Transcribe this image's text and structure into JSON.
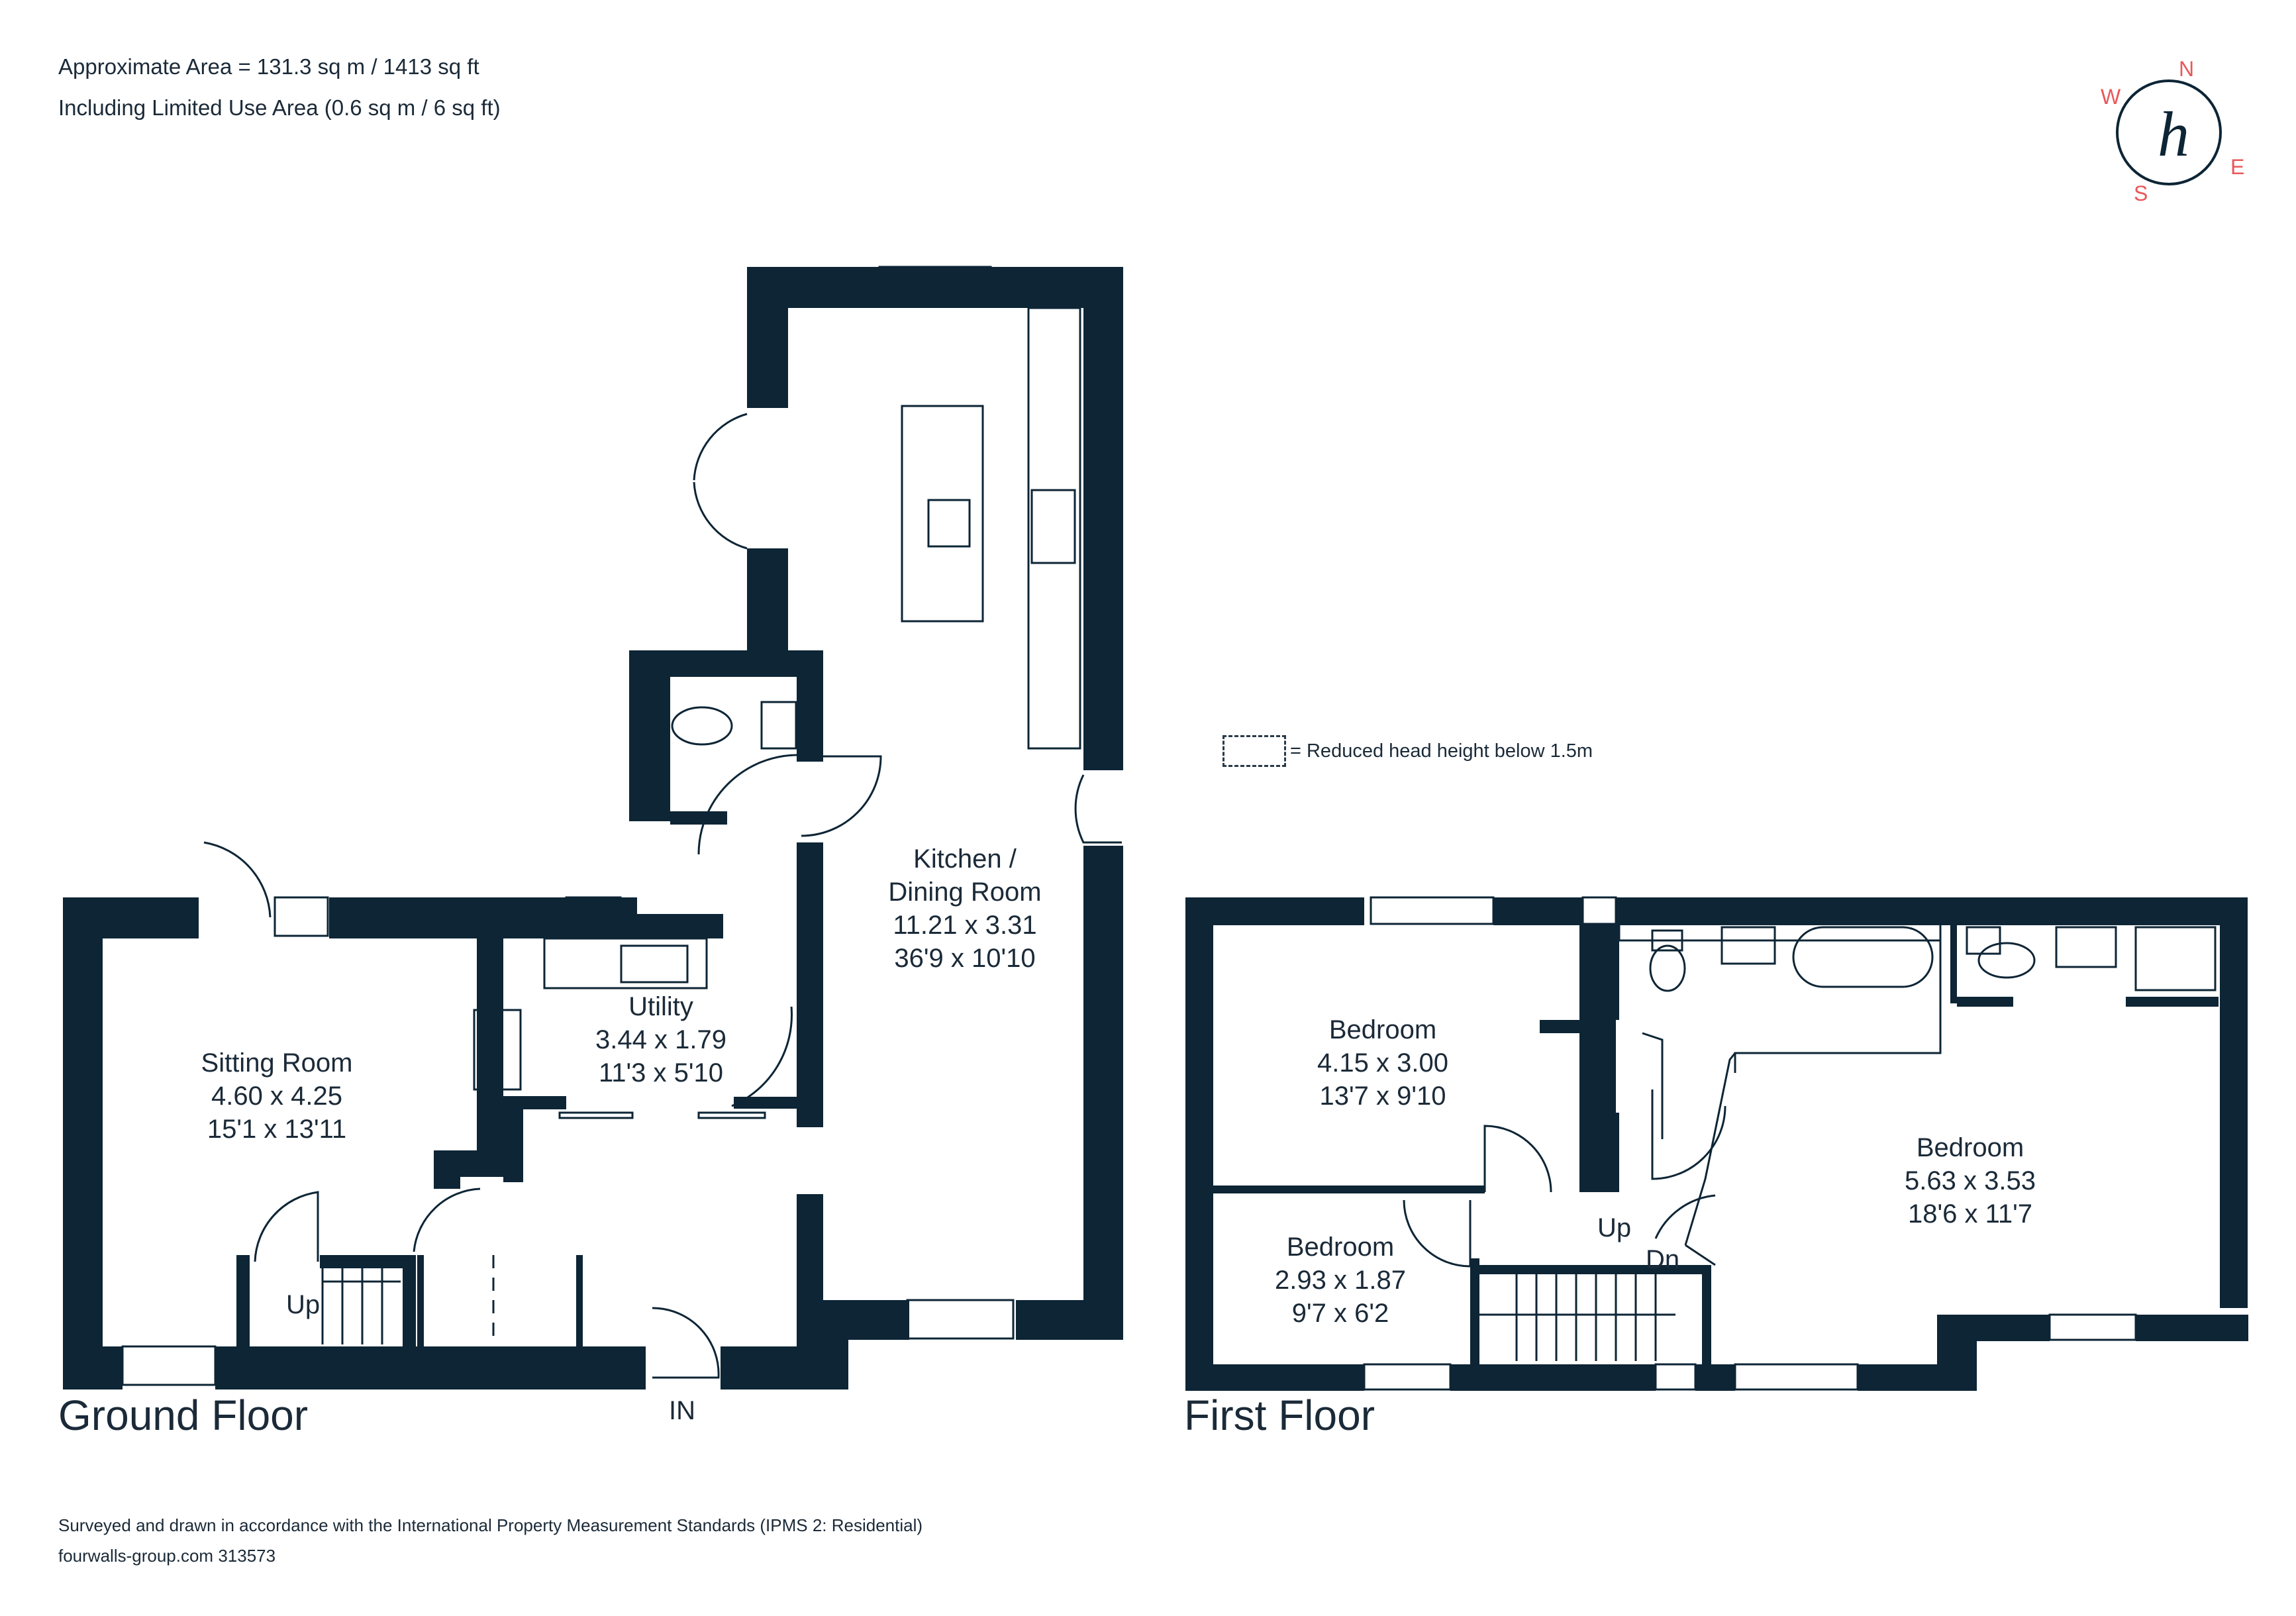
{
  "header": {
    "area_line": "Approximate Area = 131.3 sq m / 1413 sq ft",
    "limited_line": "Including Limited Use Area (0.6 sq m / 6 sq ft)"
  },
  "legend": {
    "text": "= Reduced head height below 1.5m"
  },
  "compass": {
    "n": "N",
    "e": "E",
    "s": "S",
    "w": "W",
    "logo": "h"
  },
  "ground_floor": {
    "title": "Ground Floor",
    "rooms": [
      {
        "name": "Sitting Room",
        "metric": "4.60 x 4.25",
        "imperial": "15'1 x 13'11"
      },
      {
        "name": "Utility",
        "metric": "3.44 x 1.79",
        "imperial": "11'3 x 5'10"
      },
      {
        "name": "Kitchen /",
        "name2": "Dining Room",
        "metric": "11.21 x 3.31",
        "imperial": "36'9 x 10'10"
      }
    ],
    "stairs_up": "Up",
    "entrance": "IN"
  },
  "first_floor": {
    "title": "First Floor",
    "rooms": [
      {
        "name": "Bedroom",
        "metric": "4.15 x 3.00",
        "imperial": "13'7 x 9'10"
      },
      {
        "name": "Bedroom",
        "metric": "2.93 x 1.87",
        "imperial": "9'7 x 6'2"
      },
      {
        "name": "Bedroom",
        "metric": "5.63 x 3.53",
        "imperial": "18'6 x 11'7"
      }
    ],
    "stairs_up": "Up",
    "stairs_down": "Dn"
  },
  "footer": {
    "standard": "Surveyed and drawn in accordance with the International Property Measurement Standards (IPMS 2: Residential)",
    "ref": "fourwalls-group.com 313573"
  },
  "colors": {
    "wall": "#0d2535",
    "accent": "#e8585a"
  }
}
